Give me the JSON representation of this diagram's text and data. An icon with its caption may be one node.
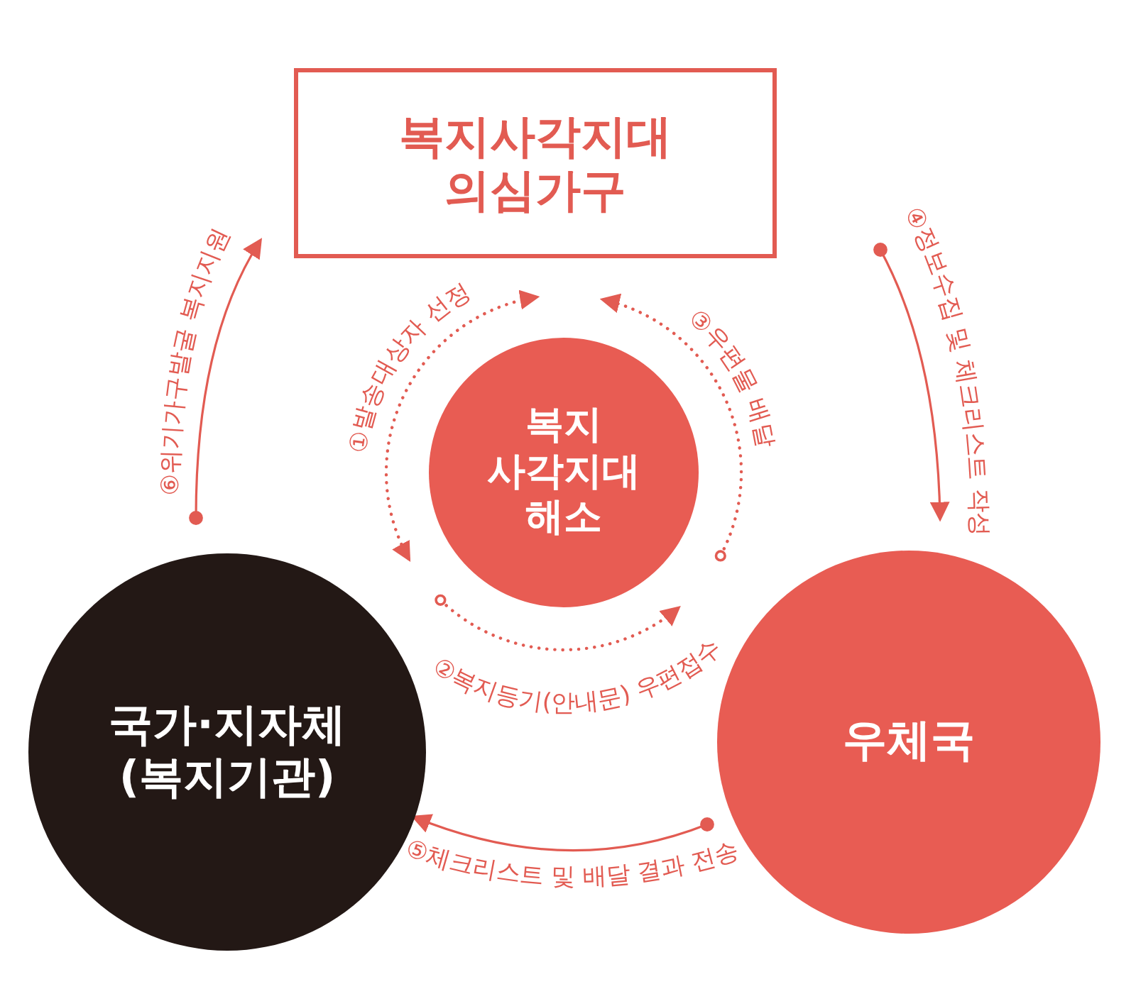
{
  "diagram": {
    "nodes": [
      {
        "text": [
          "복지사각지대 의심가구"
        ]
      },
      {
        "text": [
          "복지 사각지대 해소"
        ]
      },
      {
        "text": [
          "국가·지자체 (복지기관)"
        ]
      },
      {
        "text": [
          "우체국"
        ]
      }
    ],
    "edges": [
      {
        "from": 2,
        "to": 1,
        "arrow": "both",
        "style": "dashed",
        "label": "①발송대상자 선정"
      },
      {
        "from": 2,
        "to": 3,
        "arrow": "to",
        "style": "dashed",
        "label": "②복지등기(안내문) 우편접수"
      },
      {
        "from": 3,
        "to": 1,
        "arrow": "to",
        "style": "dashed",
        "label": "③우편물 배달"
      },
      {
        "from": 0,
        "to": 3,
        "arrow": "to",
        "label": "④정보수집 및 체크리스트 작성"
      },
      {
        "from": 3,
        "to": 2,
        "arrow": "to",
        "label": "⑤체크리스트 및 배달 결과 전송"
      },
      {
        "from": 2,
        "to": 0,
        "arrow": "to",
        "label": "⑥위기가구발굴 복지지원"
      }
    ]
  }
}
